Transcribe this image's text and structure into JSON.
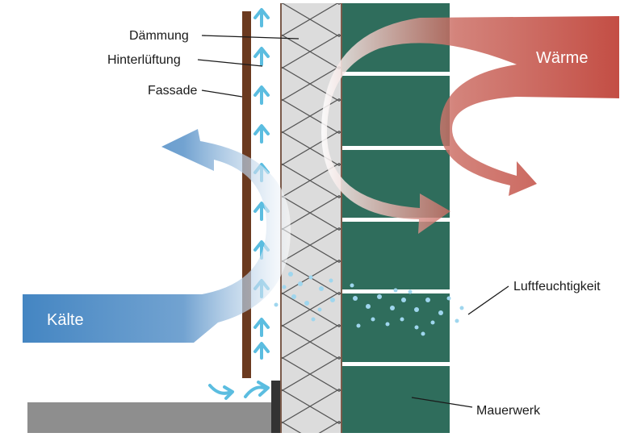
{
  "labels": {
    "daemmung": "Dämmung",
    "hinterlueftung": "Hinterlüftung",
    "fassade": "Fassade",
    "waerme": "Wärme",
    "kaelte": "Kälte",
    "luftfeuchtigkeit": "Luftfeuchtigkeit",
    "mauerwerk": "Mauerwerk"
  },
  "colors": {
    "masonry": "#2f6d5c",
    "facade": "#6b3a1f",
    "insulation": "#dcdcdc",
    "ground": "#8e8e8e",
    "warm": "#c0443a",
    "cold": "#3a7fbf",
    "air": "#5bbde0"
  }
}
